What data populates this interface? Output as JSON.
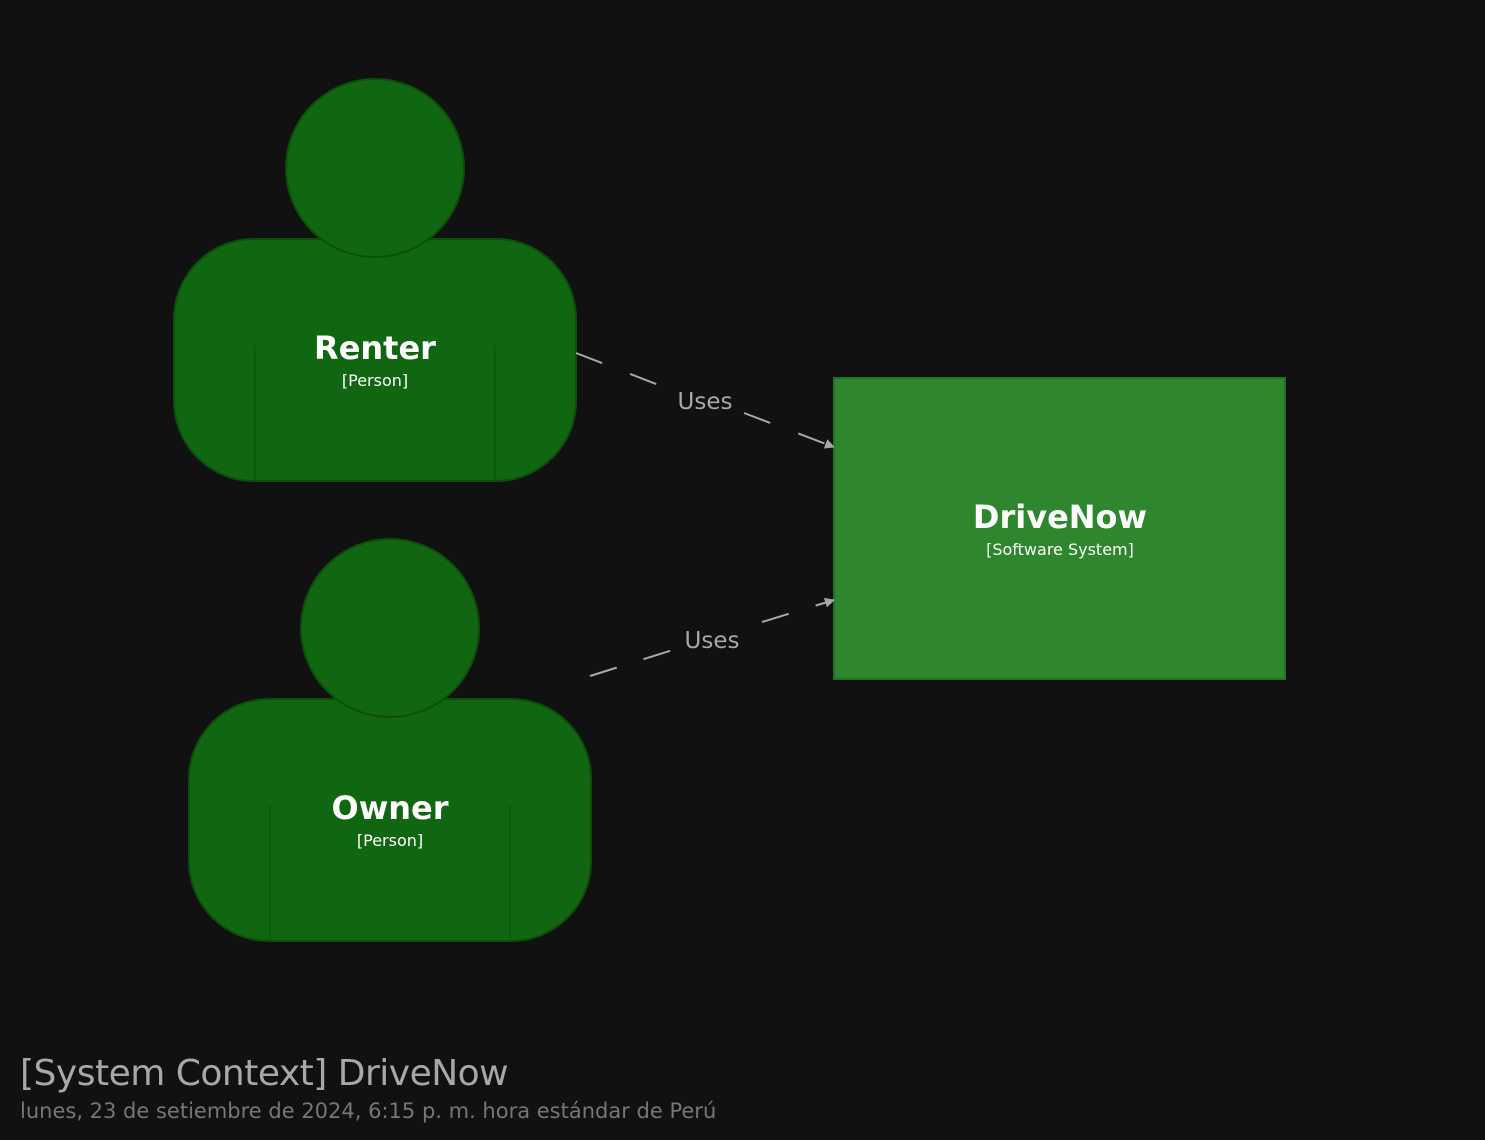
{
  "diagram": {
    "nodes": {
      "renter": {
        "name": "Renter",
        "type": "[Person]"
      },
      "owner": {
        "name": "Owner",
        "type": "[Person]"
      },
      "drivenow": {
        "name": "DriveNow",
        "type": "[Software System]"
      }
    },
    "relationships": [
      {
        "from": "Renter",
        "to": "DriveNow",
        "label": "Uses"
      },
      {
        "from": "Owner",
        "to": "DriveNow",
        "label": "Uses"
      }
    ]
  },
  "footer": {
    "title": "[System Context] DriveNow",
    "date": "lunes, 23 de setiembre de 2024, 6:15 p. m. hora estándar de Perú"
  },
  "colors": {
    "background": "#111111",
    "person_fill": "#116611",
    "person_stroke": "#0b4f0b",
    "system_fill": "#2e872e",
    "system_stroke": "#237023",
    "edge": "#a8a8a8",
    "text": "#ffffff",
    "footer_title": "#a8a8a8",
    "footer_date": "#767676"
  }
}
